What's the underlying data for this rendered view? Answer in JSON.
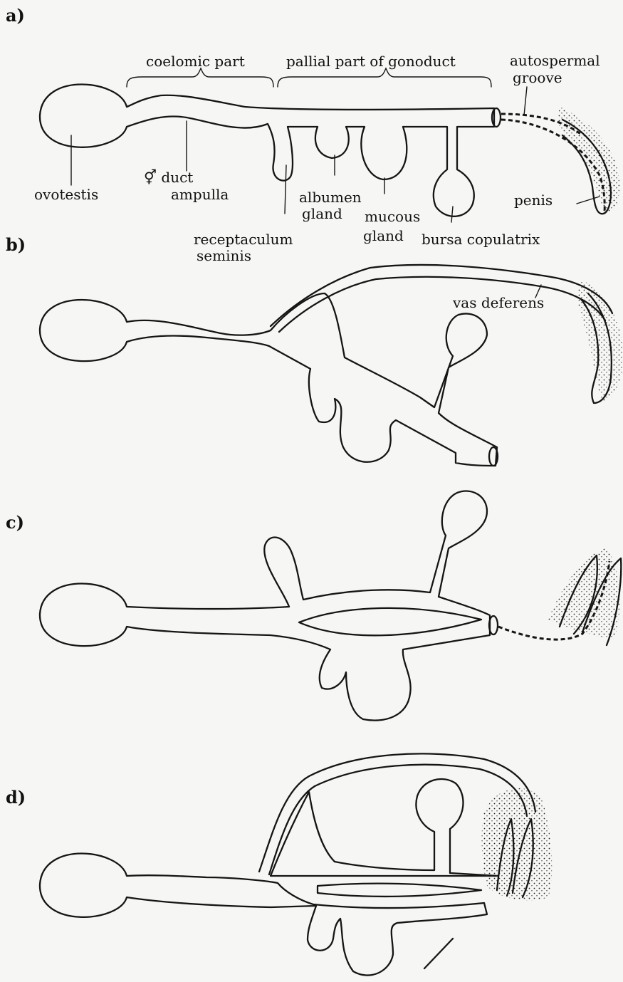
{
  "panels": {
    "a": "a)",
    "b": "b)",
    "c": "c)",
    "d": "d)"
  },
  "labels": {
    "coelomic_part": "coelomic part",
    "pallial_part": "pallial part of gonoduct",
    "autospermal_line1": "autospermal",
    "autospermal_line2": "groove",
    "ovotestis": "ovotestis",
    "duct_line1": "⚥ duct",
    "duct_line2": "ampulla",
    "albumen_line1": "albumen",
    "albumen_line2": "gland",
    "mucous_line1": "mucous",
    "mucous_line2": "gland",
    "receptaculum_line1": "receptaculum",
    "receptaculum_line2": "seminis",
    "bursa": "bursa copulatrix",
    "penis": "penis",
    "vas_deferens": "vas deferens"
  }
}
